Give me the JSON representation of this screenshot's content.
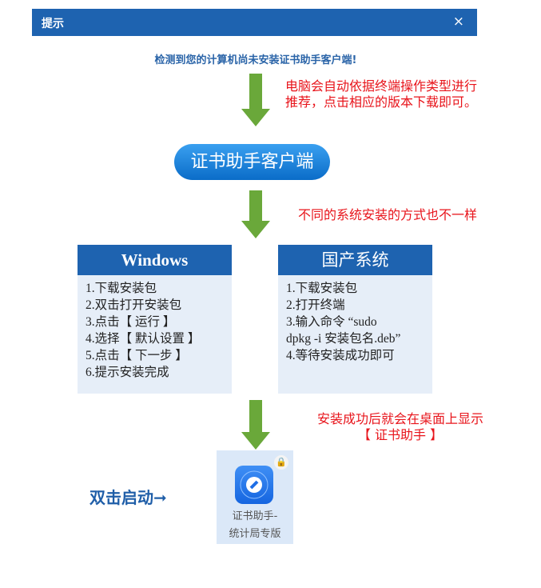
{
  "dialog": {
    "title": "提示",
    "close": "×"
  },
  "message": "检测到您的计算机尚未安装证书助手客户端!",
  "notes": {
    "recommend": [
      "电脑会自动依据终端操作类型进行",
      "推荐，点击相应的版本下载即可。"
    ],
    "different": "不同的系统安装的方式也不一样",
    "desktop": [
      "安装成功后就会在桌面上显示",
      "【 证书助手 】"
    ]
  },
  "client_button": "证书助手客户端",
  "windows": {
    "title": "Windows",
    "steps": [
      "1.下载安装包",
      "2.双击打开安装包",
      "3.点击【 运行 】",
      "4.选择【 默认设置 】",
      "5.点击【 下一步 】",
      "6.提示安装完成"
    ]
  },
  "domestic": {
    "title": "国产系统",
    "steps": [
      "1.下载安装包",
      "2.打开终端",
      "3.输入命令 “sudo",
      "dpkg -i 安装包名.deb”",
      "4.等待安装成功即可"
    ]
  },
  "launch": "双击启动➞",
  "app_icon": {
    "label_line1": "证书助手-",
    "label_line2": "统计局专版"
  },
  "colors": {
    "header": "#1e63b0",
    "arrow": "#6aa83a",
    "note": "#e8141b"
  }
}
